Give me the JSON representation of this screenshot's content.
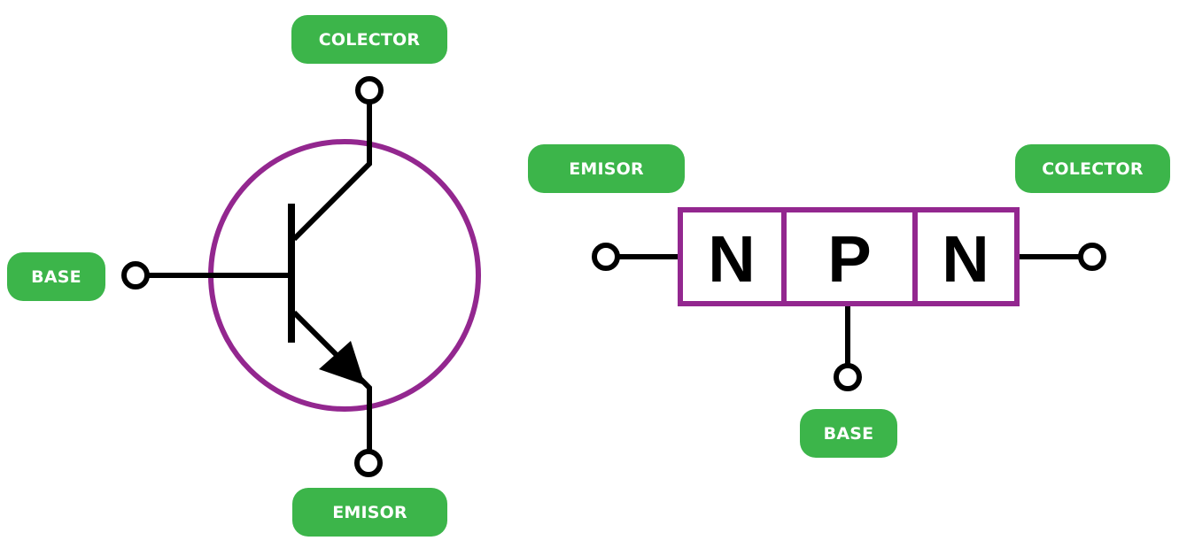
{
  "colors": {
    "label_bg": "#3cb54a",
    "label_text": "#ffffff",
    "outline": "#93278f",
    "wire": "#000000",
    "background": "#ffffff"
  },
  "symbol": {
    "labels": {
      "collector": "COLECTOR",
      "base": "BASE",
      "emitter": "EMISOR"
    }
  },
  "junction": {
    "labels": {
      "emitter": "EMISOR",
      "collector": "COLECTOR",
      "base": "BASE"
    },
    "regions": [
      "N",
      "P",
      "N"
    ]
  }
}
